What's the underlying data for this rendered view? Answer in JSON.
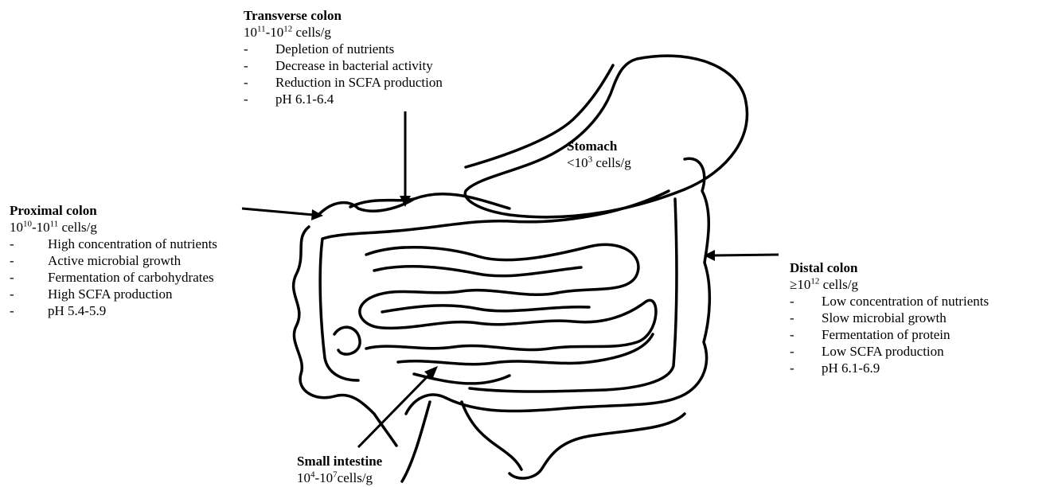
{
  "transverse": {
    "title": "Transverse colon",
    "cells": {
      "base1": "10",
      "exp1": "11",
      "sep": "-",
      "base2": "10",
      "exp2": "12",
      "unit": "cells/g"
    },
    "items": [
      "Depletion of nutrients",
      "Decrease in bacterial activity",
      "Reduction in SCFA production",
      "pH 6.1-6.4"
    ]
  },
  "stomach": {
    "title": "Stomach",
    "cells": {
      "prefix": "<10",
      "exp": "3",
      "unit": " cells/g"
    }
  },
  "proximal": {
    "title": "Proximal colon",
    "cells": {
      "base1": "10",
      "exp1": "10",
      "sep": "-",
      "base2": "10",
      "exp2": "11",
      "unit": "cells/g"
    },
    "items": [
      "High concentration of nutrients",
      "Active microbial growth",
      "Fermentation of carbohydrates",
      "High SCFA production",
      "pH 5.4-5.9"
    ]
  },
  "distal": {
    "title": "Distal colon",
    "cells": {
      "prefix": "≥10",
      "exp": "12",
      "unit": " cells/g"
    },
    "items": [
      "Low concentration of nutrients",
      "Slow microbial growth",
      "Fermentation of protein",
      "Low SCFA production",
      "pH 6.1-6.9"
    ]
  },
  "small_intestine": {
    "title": "Small intestine",
    "cells": {
      "base1": "10",
      "exp1": "4",
      "sep": "-",
      "base2": "10",
      "exp2": "7",
      "unit": "cells/g"
    }
  },
  "bullet": "-"
}
